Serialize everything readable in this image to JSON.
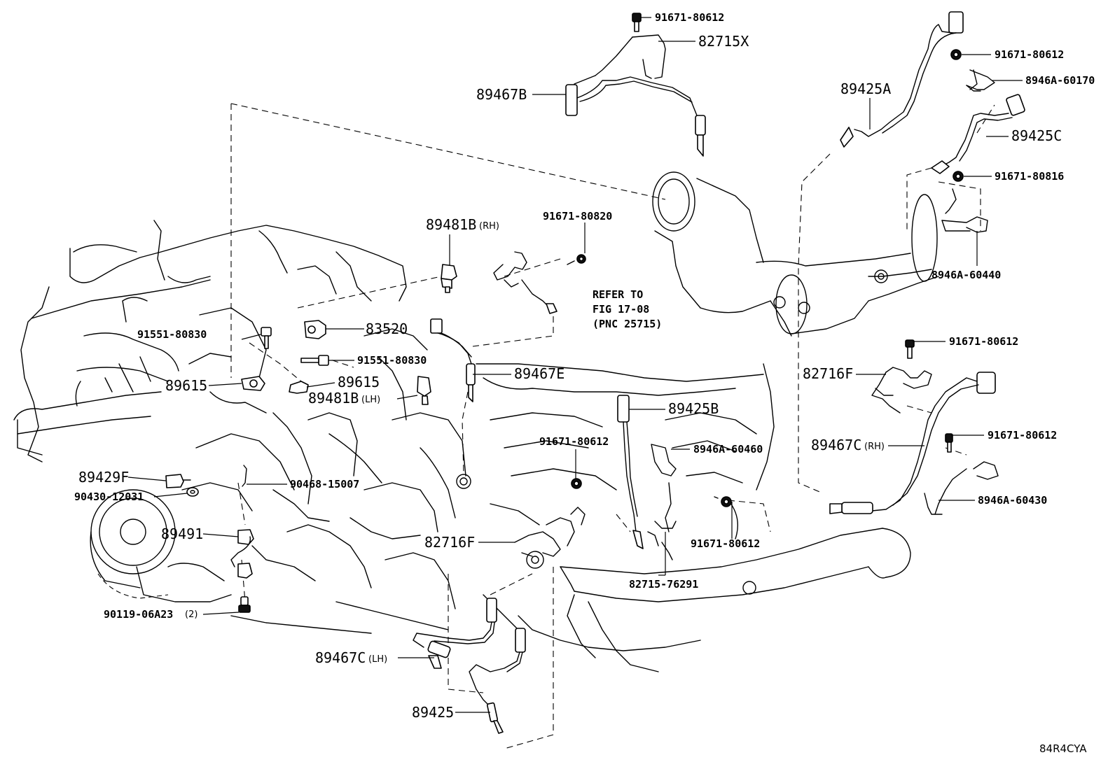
{
  "diagram_code": "84R4CYA",
  "reference_note": {
    "line1": "REFER TO",
    "line2": "FIG 17-08",
    "line3": "(PNC 25715)"
  },
  "labels": {
    "l_91671_80612_top": "91671-80612",
    "l_82715X": "82715X",
    "l_89467B": "89467B",
    "l_89425A": "89425A",
    "l_91671_80612_tr": "91671-80612",
    "l_8946A_60170": "8946A-60170",
    "l_89425C": "89425C",
    "l_91671_80816": "91671-80816",
    "l_8946A_60440": "8946A-60440",
    "l_89481B_rh": "89481B",
    "l_91671_80820": "91671-80820",
    "l_83520": "83520",
    "l_91551_80830_a": "91551-80830",
    "l_91551_80830_b": "91551-80830",
    "l_89615_a": "89615",
    "l_89615_b": "89615",
    "l_89481B_lh": "89481B",
    "l_89467E": "89467E",
    "l_89425B": "89425B",
    "l_91671_80612_mid": "91671-80612",
    "l_8946A_60460": "8946A-60460",
    "l_89429F": "89429F",
    "l_90430_12031": "90430-12031",
    "l_90468_15007": "90468-15007",
    "l_89491": "89491",
    "l_82716F_mid": "82716F",
    "l_91671_80612_low": "91671-80612",
    "l_82715_76291": "82715-76291",
    "l_90119_06A23": "90119-06A23",
    "l_89467C_lh": "89467C",
    "l_89425": "89425",
    "l_91671_80612_r1": "91671-80612",
    "l_82716F_right": "82716F",
    "l_89467C_rh": "89467C",
    "l_91671_80612_r2": "91671-80612",
    "l_8946A_60430": "8946A-60430"
  },
  "qualifiers": {
    "q_rh_89481B": "(RH)",
    "q_lh_89481B": "(LH)",
    "q_qty_90119": "(2)",
    "q_lh_89467C": "(LH)",
    "q_rh_89467C": "(RH)"
  }
}
